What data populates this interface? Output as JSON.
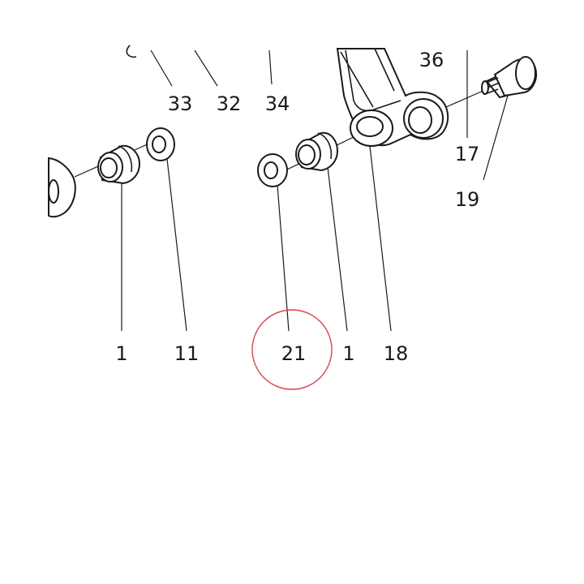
{
  "diagram": {
    "callouts": {
      "c33": "33",
      "c32": "32",
      "c34": "34",
      "c36": "36",
      "c17": "17",
      "c19": "19",
      "c1_left": "1",
      "c11": "11",
      "c21": "21",
      "c1_right": "1",
      "c18": "18"
    },
    "highlight": {
      "part": "21",
      "color": "#d9434f"
    }
  }
}
